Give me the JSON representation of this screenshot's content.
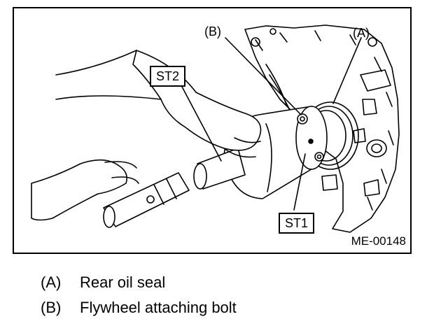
{
  "figure": {
    "callouts": {
      "b": "(B)",
      "a": "(A)",
      "st2": "ST2",
      "st1": "ST1"
    },
    "figure_id": "ME-00148"
  },
  "legend": [
    {
      "key": "(A)",
      "text": "Rear oil seal"
    },
    {
      "key": "(B)",
      "text": "Flywheel attaching bolt"
    }
  ]
}
